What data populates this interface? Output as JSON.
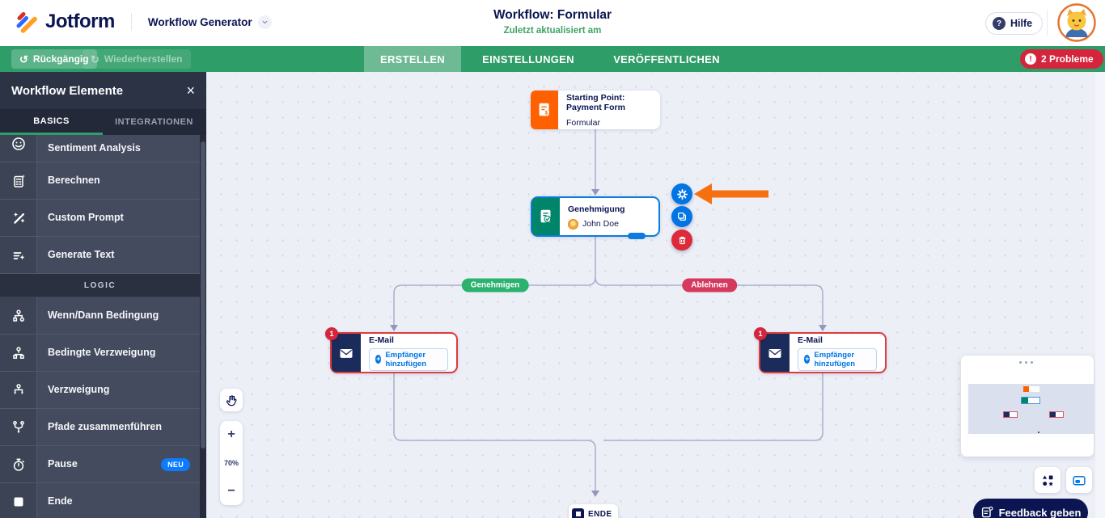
{
  "header": {
    "logo_text": "Jotform",
    "product_name": "Workflow Generator",
    "title": "Workflow: Formular",
    "subtitle": "Zuletzt aktualisiert am",
    "help_label": "Hilfe",
    "help_icon": "?"
  },
  "toolbar": {
    "undo_label": "Rückgängig",
    "undo_icon": "↺",
    "redo_label": "Wiederherstellen",
    "redo_icon": "↻",
    "tabs": [
      {
        "label": "ERSTELLEN"
      },
      {
        "label": "EINSTELLUNGEN"
      },
      {
        "label": "VERÖFFENTLICHEN"
      }
    ],
    "problems_label": "2 Probleme",
    "problems_icon": "!"
  },
  "sidebar": {
    "title": "Workflow Elemente",
    "close_icon": "×",
    "tabs": [
      {
        "label": "BASICS"
      },
      {
        "label": "INTEGRATIONEN"
      }
    ],
    "section_logic": "LOGIC",
    "items": [
      {
        "label": "Sentiment Analysis"
      },
      {
        "label": "Berechnen"
      },
      {
        "label": "Custom Prompt"
      },
      {
        "label": "Generate Text"
      },
      {
        "label": "Wenn/Dann Bedingung"
      },
      {
        "label": "Bedingte Verzweigung"
      },
      {
        "label": "Verzweigung"
      },
      {
        "label": "Pfade zusammenführen"
      },
      {
        "label": "Pause",
        "badge": "NEU"
      },
      {
        "label": "Ende"
      }
    ]
  },
  "canvas": {
    "zoom_level": "70%",
    "zoom_in": "+",
    "zoom_out": "−",
    "nodes": {
      "start": {
        "title": "Starting Point: Payment Form",
        "subtitle": "Formular"
      },
      "approval": {
        "title": "Genehmigung",
        "assignee": "John Doe"
      },
      "email_left": {
        "title": "E-Mail",
        "badge": "1",
        "add_recipient": "Empfänger hinzufügen"
      },
      "email_right": {
        "title": "E-Mail",
        "badge": "1",
        "add_recipient": "Empfänger hinzufügen"
      },
      "end": {
        "label": "ENDE"
      }
    },
    "edge_labels": {
      "approve": "Genehmigen",
      "deny": "Ablehnen"
    }
  },
  "footer": {
    "feedback_label": "Feedback geben"
  },
  "colors": {
    "brand_navy": "#0a1551",
    "toolbar_green": "#2f9d68",
    "accent_blue": "#0075e3",
    "accent_orange": "#ff6100",
    "error_red": "#d5253d",
    "approve_green": "#2bb26e",
    "deny_red": "#d6395e"
  }
}
